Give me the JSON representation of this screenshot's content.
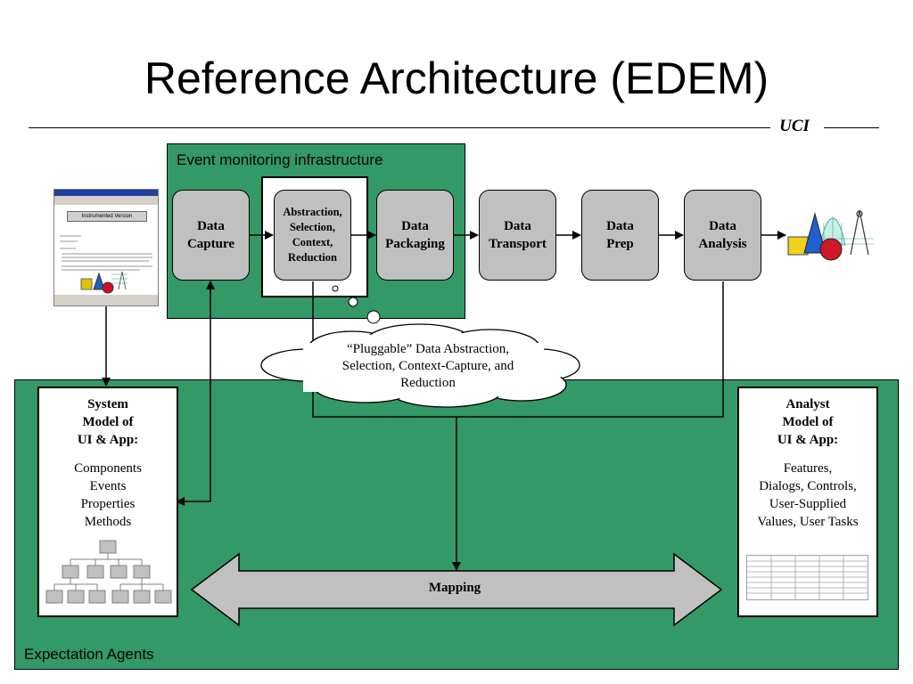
{
  "slide": {
    "title": "Reference Architecture (EDEM)",
    "footer_brand": "UCI"
  },
  "panels": {
    "top_label": "Event monitoring infrastructure",
    "bottom_label": "Expectation Agents"
  },
  "stages": [
    {
      "id": "data-capture",
      "line1": "Data",
      "line2": "Capture"
    },
    {
      "id": "abstraction",
      "lines": [
        "Abstraction,",
        "Selection,",
        "Context,",
        "Reduction"
      ]
    },
    {
      "id": "data-packaging",
      "line1": "Data",
      "line2": "Packaging"
    },
    {
      "id": "data-transport",
      "line1": "Data",
      "line2": "Transport"
    },
    {
      "id": "data-prep",
      "line1": "Data",
      "line2": "Prep"
    },
    {
      "id": "data-analysis",
      "line1": "Data",
      "line2": "Analysis"
    }
  ],
  "cloud": {
    "line1": "“Pluggable” Data Abstraction,",
    "line2": "Selection, Context-Capture, and",
    "line3": "Reduction"
  },
  "system_model": {
    "title": [
      "System",
      "Model of",
      "UI & App:"
    ],
    "items": [
      "Components",
      "Events",
      "Properties",
      "Methods"
    ]
  },
  "analyst_model": {
    "title": [
      "Analyst",
      "Model of",
      "UI & App:"
    ],
    "items": [
      "Features,",
      "Dialogs, Controls,",
      "User-Supplied",
      "Values, User Tasks"
    ]
  },
  "mapping": {
    "label": "Mapping"
  },
  "thumbnail": {
    "title": "Instrumented Version"
  },
  "colors": {
    "panel_green": "#339966",
    "stage_gray": "#c0c0c0",
    "arrow_gray": "#c0c0c0"
  }
}
